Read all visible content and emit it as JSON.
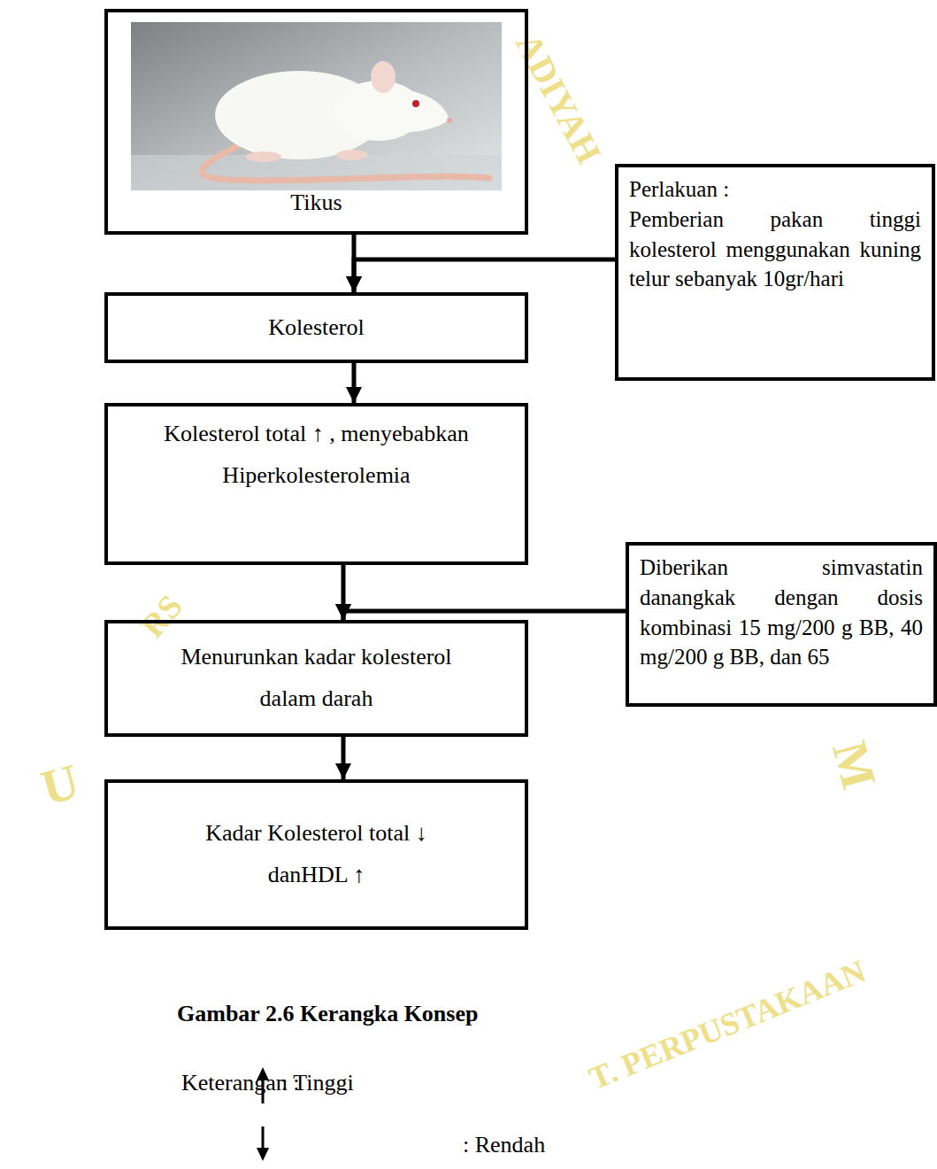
{
  "diagram": {
    "caption": "Gambar 2.6 Kerangka Konsep",
    "nodes": [
      {
        "text": [
          "Tikus"
        ]
      },
      {
        "text": [
          "Perlakuan :",
          "Pemberian pakan tinggi kolesterol menggunakan kuning telur sebanyak 10gr/hari"
        ]
      },
      {
        "text": [
          "Kolesterol"
        ]
      },
      {
        "text": [
          "Kolesterol total ↑ , menyebabkan Hiperkolesterolemia"
        ]
      },
      {
        "text": [
          "Diberikan simvastatin danangkak dengan dosis kombinasi 15 mg/200 g BB, 40 mg/200 g BB, dan 65"
        ]
      },
      {
        "text": [
          "Menurunkan kadar kolesterol dalam darah"
        ]
      },
      {
        "text": [
          "Kadar Kolesterol total ↓ danHDL ↑"
        ]
      }
    ],
    "edges": [
      {
        "from": 0,
        "to": 2,
        "arrow": "to"
      },
      {
        "from": 1,
        "to": 2,
        "arrow": "to"
      },
      {
        "from": 2,
        "to": 3,
        "arrow": "to"
      },
      {
        "from": 3,
        "to": 5,
        "arrow": "to"
      },
      {
        "from": 4,
        "to": 5,
        "arrow": "to"
      },
      {
        "from": 5,
        "to": 6,
        "arrow": "to"
      }
    ],
    "labels": [
      "Keterangan :",
      "ADIYAH",
      "RS",
      "U",
      "M",
      "T. PERPUSTAKAAN"
    ],
    "legend": [
      {
        "text": ": Tinggi"
      },
      {
        "text": ": Rendah"
      }
    ]
  }
}
